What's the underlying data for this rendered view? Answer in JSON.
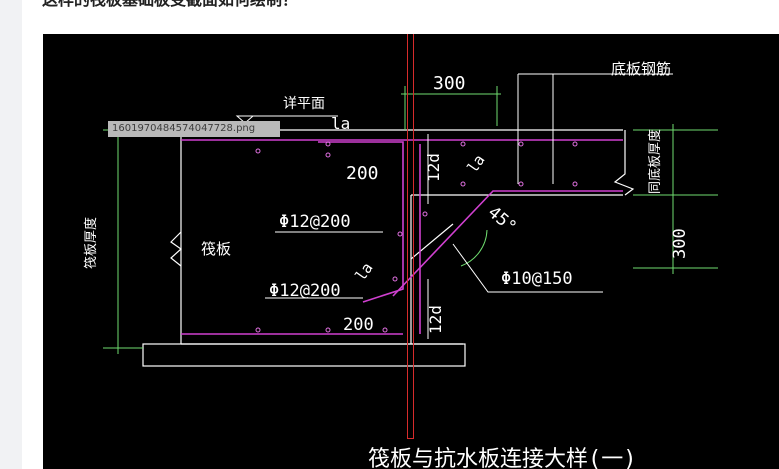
{
  "page": {
    "question_title": "这样的筏板基础板变截面如何绘制？"
  },
  "image": {
    "filename_tag": "1601970484574047728.png"
  },
  "drawing": {
    "labels": {
      "dim_300_top": "300",
      "bottom_rebar": "底板钢筋",
      "detail_plane": "详平面",
      "la_top": "la",
      "same_slab_thickness": "同底板厚度",
      "dim_200_upper": "200",
      "dim_12d_upper": "12d",
      "la_diag": "la",
      "rebar_12_200_upper": "Φ12@200",
      "raft_slab": "筏板",
      "raft_thickness": "筏板厚度",
      "angle_45": "45°",
      "dim_300_right": "300",
      "rebar_10_150": "Φ10@150",
      "rebar_12_200_lower": "Φ12@200",
      "la_lower": "la",
      "dim_200_lower": "200",
      "dim_12d_lower": "12d",
      "caption": "筏板与抗水板连接大样(一)"
    },
    "colors": {
      "canvas_bg": "#000000",
      "slab_outline": "#ffffff",
      "rebar": "#d040d0",
      "dimension": "#6fdc6f",
      "leader": "#ffffff",
      "rebar_dot": "#e070e0",
      "selection_marker": "#d62b2b"
    }
  }
}
